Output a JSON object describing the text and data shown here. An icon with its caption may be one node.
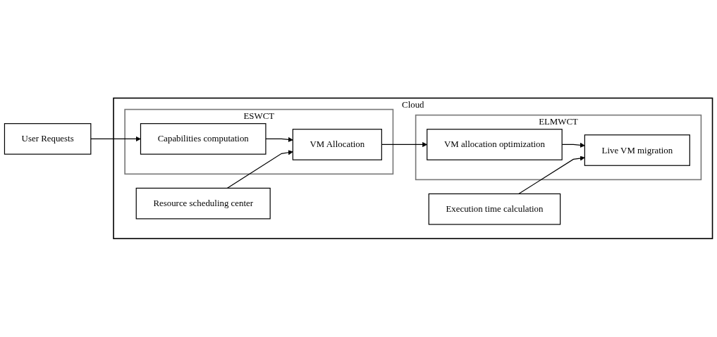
{
  "diagram": {
    "nodes": [
      {
        "text": [
          "User Requests"
        ]
      },
      {
        "text": [
          "Cloud"
        ]
      },
      {
        "text": [
          "ESWCT"
        ],
        "in": 1
      },
      {
        "text": [
          "Capabilities computation"
        ],
        "in": 2
      },
      {
        "text": [
          "VM Allocation"
        ],
        "in": 2
      },
      {
        "text": [
          "Resource scheduling center"
        ],
        "in": 1
      },
      {
        "text": [
          "ELMWCT"
        ],
        "in": 1
      },
      {
        "text": [
          "VM allocation optimization"
        ],
        "in": 6
      },
      {
        "text": [
          "Live VM migration"
        ],
        "in": 6
      },
      {
        "text": [
          "Execution time calculation"
        ],
        "in": 1
      }
    ],
    "edges": [
      {
        "from": 0,
        "to": 3,
        "arrow": "to"
      },
      {
        "from": 3,
        "to": 4,
        "arrow": "to"
      },
      {
        "from": 5,
        "to": 4,
        "arrow": "to"
      },
      {
        "from": 4,
        "to": 7,
        "arrow": "to"
      },
      {
        "from": 7,
        "to": 8,
        "arrow": "to"
      },
      {
        "from": 9,
        "to": 8,
        "arrow": "to"
      }
    ]
  }
}
